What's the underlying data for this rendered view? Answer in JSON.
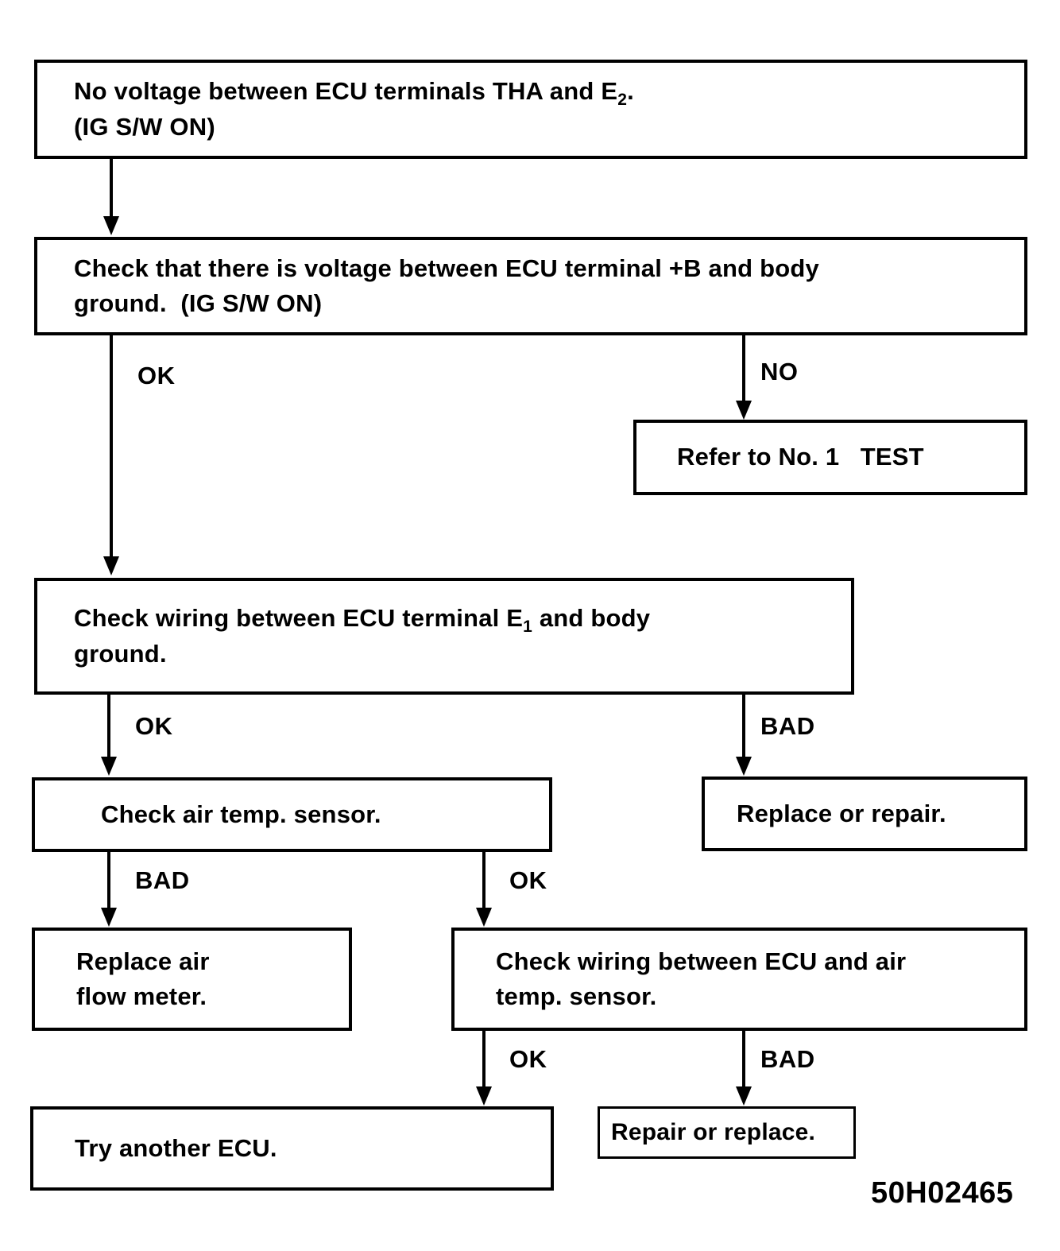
{
  "diagram": {
    "title": "ECU air temp. sensor circuit troubleshooting flowchart",
    "figure_code": "50H02465",
    "ink_color": "#000000",
    "background_color": "#ffffff",
    "nodes": {
      "symptom": {
        "line1_a": "No voltage between ECU terminals THA and E",
        "line1_sub": "2",
        "line1_b": ".",
        "line2": "(IG S/W ON)"
      },
      "check_b_voltage": {
        "line1": "Check that there is voltage between ECU terminal +B and body",
        "line2": "ground.  (IG S/W ON)"
      },
      "refer_test": {
        "line1": "Refer to No. 1   TEST"
      },
      "check_e1_wiring": {
        "line1_a": "Check wiring between ECU terminal E",
        "line1_sub": "1",
        "line1_b": " and body",
        "line2": "ground."
      },
      "replace_or_repair": {
        "line1": "Replace or repair."
      },
      "check_air_temp_sensor": {
        "line1": "Check air temp. sensor."
      },
      "replace_air_flow_meter": {
        "line1": "Replace air",
        "line2": "flow meter."
      },
      "check_ecu_sensor_wiring": {
        "line1": "Check wiring between ECU and air",
        "line2": "temp. sensor."
      },
      "try_another_ecu": {
        "line1": "Try another ECU."
      },
      "repair_or_replace": {
        "line1": "Repair or replace."
      }
    },
    "edge_labels": {
      "b_voltage_ok": "OK",
      "b_voltage_no": "NO",
      "e1_wiring_ok": "OK",
      "e1_wiring_bad": "BAD",
      "sensor_bad": "BAD",
      "sensor_ok": "OK",
      "wiring_ok": "OK",
      "wiring_bad": "BAD"
    }
  }
}
